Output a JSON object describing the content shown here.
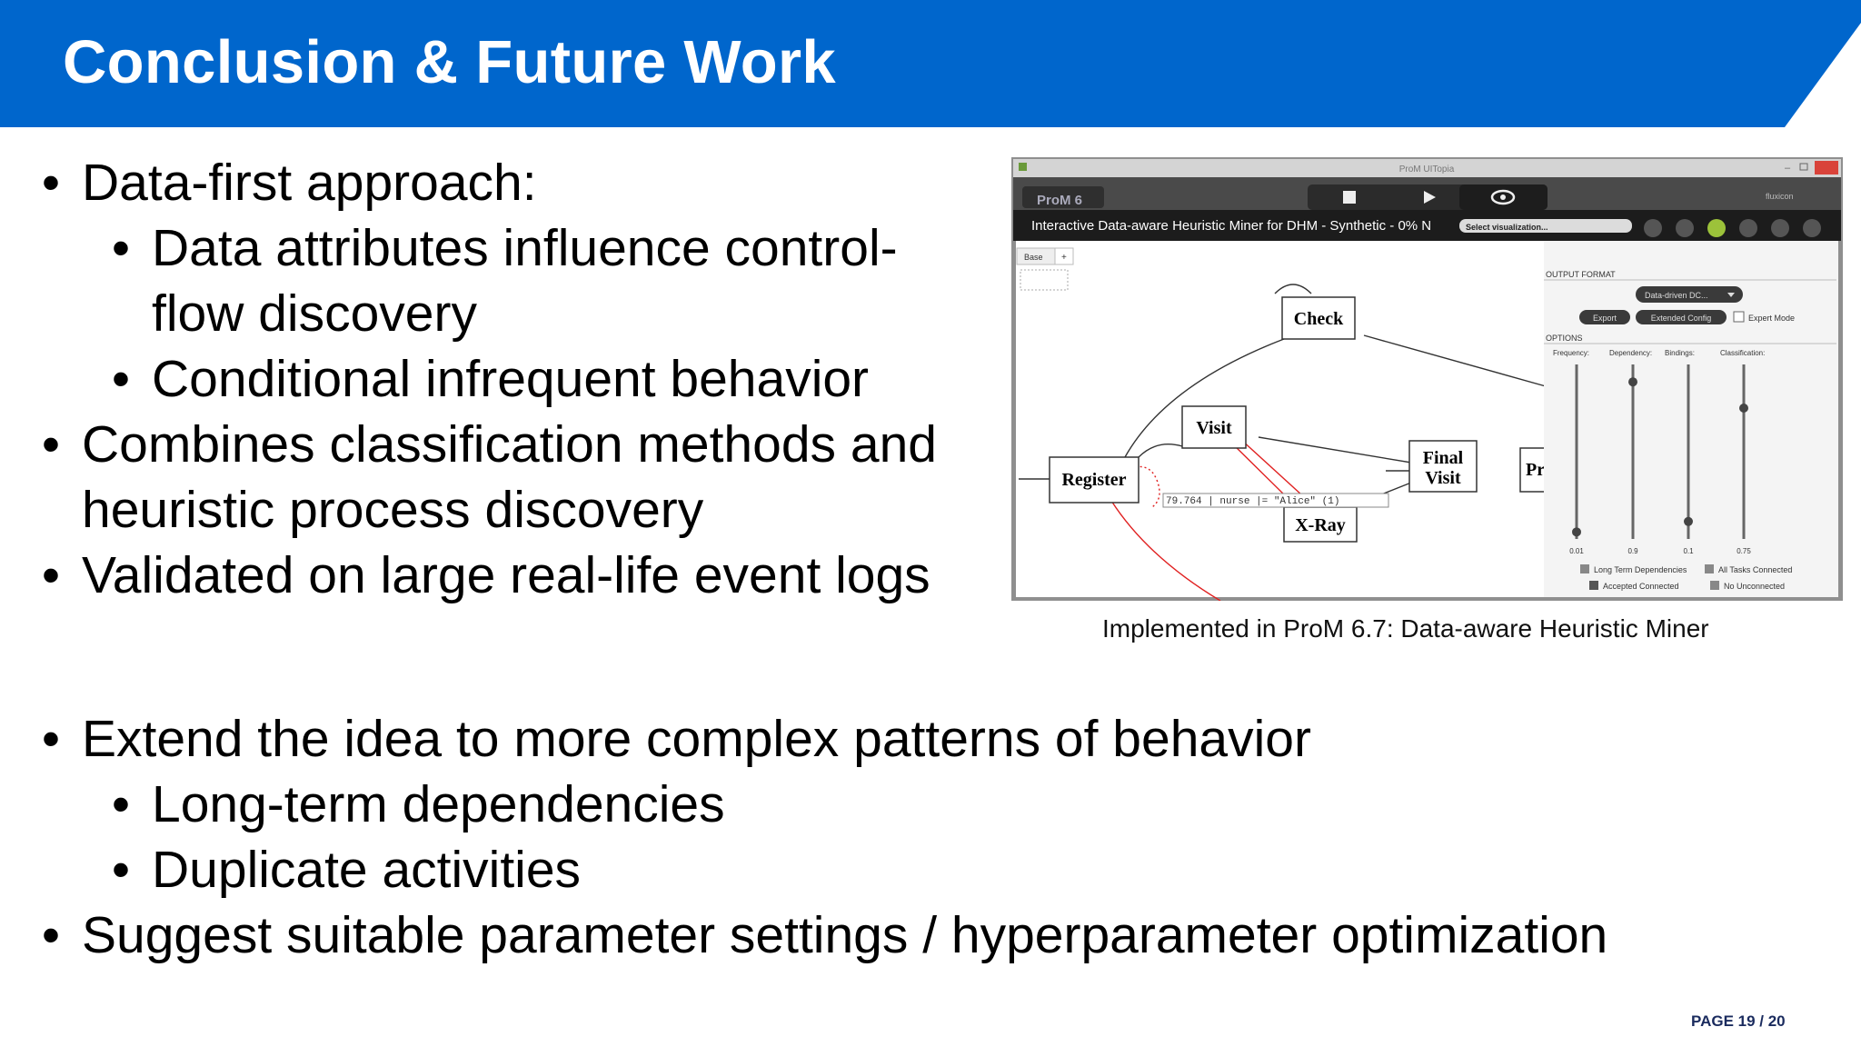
{
  "header": {
    "title": "Conclusion & Future Work",
    "band_color": "#0066CC"
  },
  "bullets": {
    "b1": "Data-first approach:",
    "b1_1a": "Data attributes influence control-",
    "b1_1b": "flow discovery",
    "b1_2": "Conditional infrequent behavior",
    "b2a": "Combines classification methods and",
    "b2b": "heuristic process discovery",
    "b3": "Validated on large real-life event logs",
    "b4": "Extend the idea to more complex patterns of behavior",
    "b4_1": "Long-term dependencies",
    "b4_2": "Duplicate activities",
    "b5": "Suggest suitable parameter settings / hyperparameter optimization",
    "bullet_glyph": "•"
  },
  "screenshot": {
    "window_title": "ProM UITopia",
    "logo": "ProM 6",
    "brand": "fluxicon",
    "tab_caption": "Interactive Data-aware Heuristic Miner for DHM - Synthetic - 0% N",
    "select_vis": "Select visualization...",
    "base_tab": "Base",
    "plus_tab": "+",
    "nodes": {
      "check": "Check",
      "visit": "Visit",
      "register": "Register",
      "final_visit_1": "Final",
      "final_visit_2": "Visit",
      "xray": "X-Ray",
      "partial": "Pr"
    },
    "guard_label": "79.764 | nurse  |=  \"Alice\" (1)",
    "panel": {
      "output_format": "OUTPUT FORMAT",
      "format_select": "Data-driven DC...",
      "export": "Export",
      "extended_config": "Extended Config",
      "expert_mode": "Expert Mode",
      "options": "OPTIONS",
      "sliders": [
        {
          "label": "Frequency:",
          "value": "0.01",
          "level": 0.04
        },
        {
          "label": "Dependency:",
          "value": "0.9",
          "level": 0.9
        },
        {
          "label": "Bindings:",
          "value": "0.1",
          "level": 0.1
        },
        {
          "label": "Classification:",
          "value": "0.75",
          "level": 0.75
        }
      ],
      "cb_long_term": "Long Term Dependencies",
      "cb_all_tasks": "All Tasks Connected",
      "cb_accepted": "Accepted Connected",
      "cb_unconnected": "No Unconnected"
    }
  },
  "caption": "Implemented in ProM 6.7: Data-aware Heuristic Miner",
  "page": "PAGE 19 / 20"
}
